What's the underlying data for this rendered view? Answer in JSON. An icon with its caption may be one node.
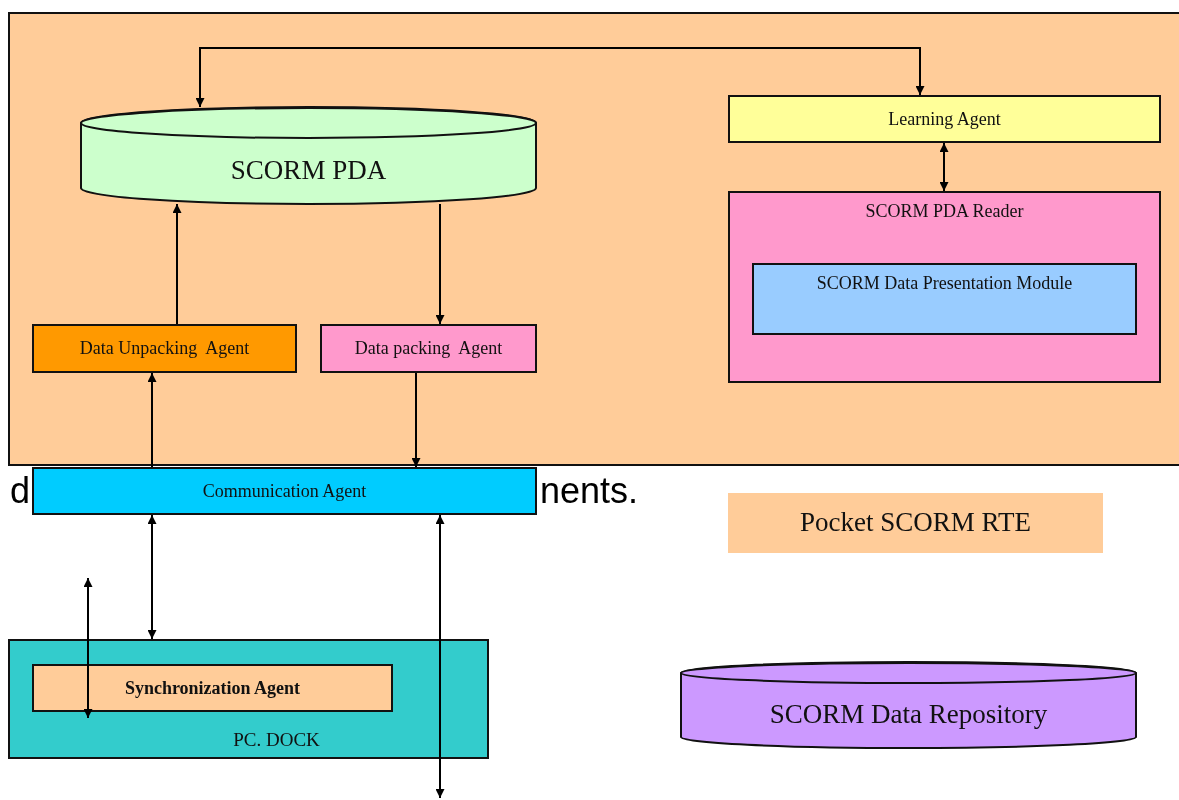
{
  "diagram": {
    "nodes": [
      {
        "text": [],
        "shape": "box"
      },
      {
        "text": [
          "SCORM PDA"
        ],
        "in": 0
      },
      {
        "text": [
          "Learning Agent"
        ],
        "in": 0
      },
      {
        "text": [
          "SCORM PDA Reader"
        ],
        "in": 0
      },
      {
        "text": [
          "SCORM Data Presentation Module"
        ],
        "in": 3
      },
      {
        "text": [
          "Data Unpacking  Agent"
        ],
        "in": 0
      },
      {
        "text": [
          "Data packing  Agent"
        ],
        "in": 0
      },
      {
        "text": [
          "Communication Agent"
        ]
      },
      {
        "text": [
          "Pocket SCORM RTE"
        ]
      },
      {
        "text": [
          "PC. DOCK"
        ]
      },
      {
        "text": [
          "Synchronization Agent"
        ],
        "in": 9
      },
      {
        "text": [
          "SCORM Data Repository"
        ]
      }
    ],
    "edges": [
      {
        "from": 1,
        "to": 2,
        "arrow": "both"
      },
      {
        "from": 2,
        "to": 3,
        "arrow": "both"
      },
      {
        "from": 5,
        "to": 1,
        "arrow": "to"
      },
      {
        "from": 1,
        "to": 6,
        "arrow": "to"
      },
      {
        "from": 7,
        "to": 5,
        "arrow": "to"
      },
      {
        "from": 6,
        "to": 7,
        "arrow": "to"
      },
      {
        "from": 7,
        "to": 9,
        "arrow": "both"
      },
      {
        "from": null,
        "to": 10,
        "arrow": "both"
      },
      {
        "from": 7,
        "to": null,
        "arrow": "both"
      }
    ],
    "labels": [
      "d",
      "nents."
    ]
  }
}
